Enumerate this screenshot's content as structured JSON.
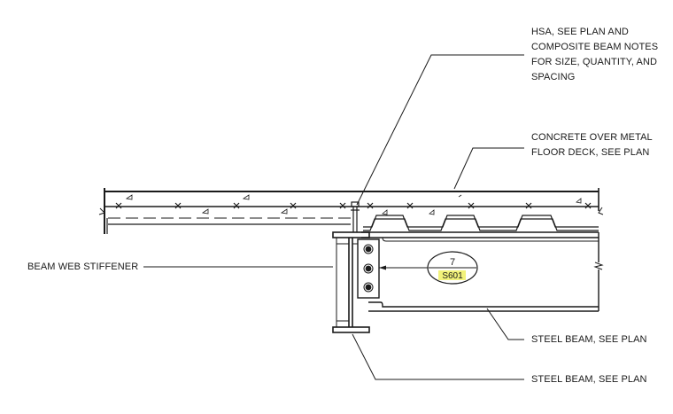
{
  "notes": {
    "hsa": [
      "HSA, SEE PLAN AND",
      "COMPOSITE BEAM NOTES",
      "FOR SIZE, QUANTITY, AND",
      "SPACING"
    ],
    "concrete": [
      "CONCRETE OVER METAL",
      "FLOOR DECK, SEE PLAN"
    ],
    "stiffener": "BEAM WEB STIFFENER",
    "steel_beam_1": "STEEL BEAM, SEE PLAN",
    "steel_beam_2": "STEEL BEAM, SEE PLAN"
  },
  "detail_tag": {
    "number": "7",
    "sheet": "S601",
    "sheet_highlight": "#f2f27a"
  },
  "colors": {
    "line": "#1a1a1a"
  }
}
